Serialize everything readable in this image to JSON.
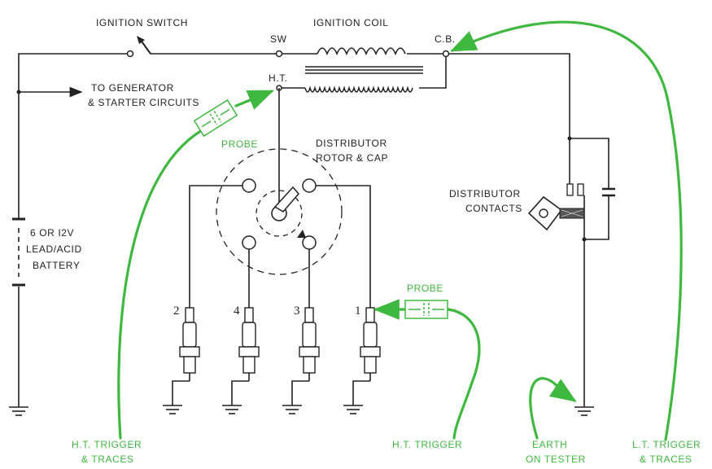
{
  "labels": {
    "ignition_switch": "IGNITION SWITCH",
    "ignition_coil": "IGNITION COIL",
    "sw": "SW",
    "cb": "C.B.",
    "ht": "H.T.",
    "to_generator_1": "TO GENERATOR",
    "to_generator_2": "& STARTER CIRCUITS",
    "probe_left": "PROBE",
    "probe_right": "PROBE",
    "distributor_1": "DISTRIBUTOR",
    "distributor_2": "ROTOR & CAP",
    "contacts_1": "DISTRIBUTOR",
    "contacts_2": "CONTACTS",
    "battery_1": "6 OR I2V",
    "battery_2": "LEAD/ACID",
    "battery_3": "BATTERY",
    "plug_2": "2",
    "plug_4": "4",
    "plug_3": "3",
    "plug_1": "1",
    "ht_trigger_traces_1": "H.T. TRIGGER",
    "ht_trigger_traces_2": "& TRACES",
    "ht_trigger": "H.T. TRIGGER",
    "earth_1": "EARTH",
    "earth_2": "ON TESTER",
    "lt_trigger_1": "L.T. TRIGGER",
    "lt_trigger_2": "& TRACES"
  },
  "colors": {
    "wire": "#222222",
    "test_lead": "#3fb83f"
  }
}
